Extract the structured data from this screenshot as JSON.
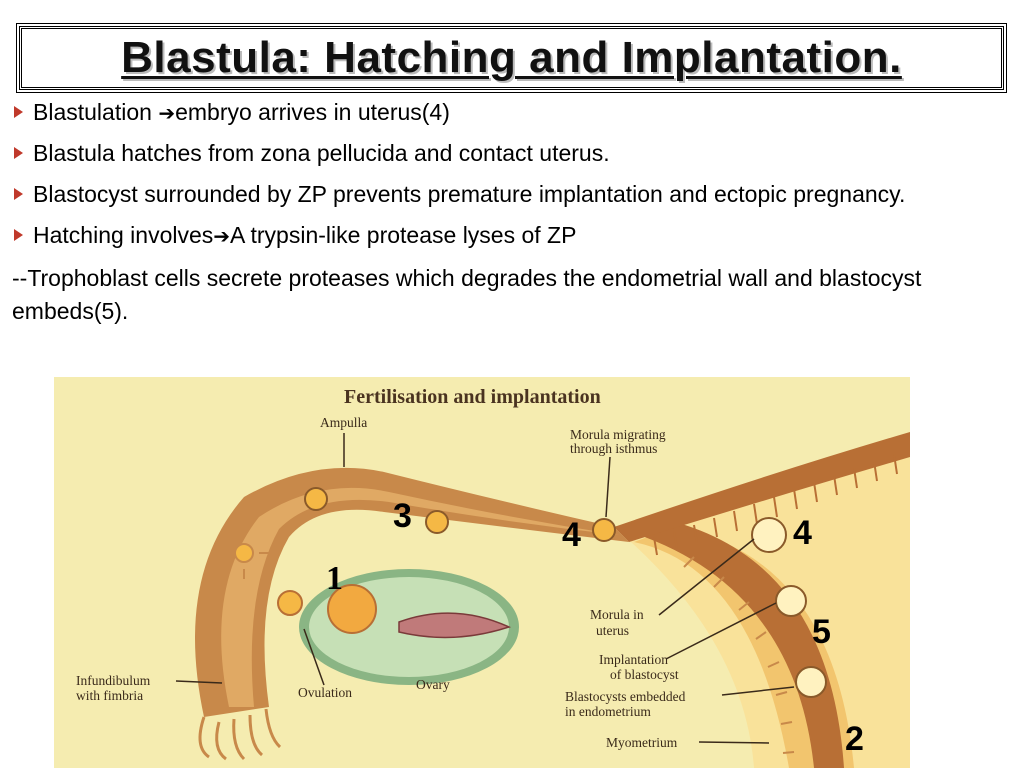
{
  "slide": {
    "title": "Blastula: Hatching and Implantation.",
    "bullets": [
      {
        "pre": "Blastulation ",
        "arrow": "➔",
        "post": "embryo arrives in uterus(4)"
      },
      {
        "pre": "Blastula hatches from zona pellucida and contact uterus.",
        "arrow": "",
        "post": ""
      },
      {
        "pre": "Blastocyst surrounded by ZP prevents premature implantation and ectopic pregnancy.",
        "arrow": "",
        "post": ""
      },
      {
        "pre": "Hatching involves",
        "arrow": "➔",
        "post": "A trypsin-like protease lyses of ZP"
      }
    ],
    "paragraph": "--Trophoblast cells secrete proteases which degrades the endometrial wall and blastocyst embeds(5)."
  },
  "figure": {
    "heading": "Fertilisation and implantation",
    "labels": {
      "ampulla": "Ampulla",
      "morula_migrating": "Morula migrating",
      "through_isthmus": "through isthmus",
      "morula_in": "Morula in",
      "uterus": "uterus",
      "implantation": "Implantation",
      "of_blastocyst": "of blastocyst",
      "blastocysts_embedded": "Blastocysts embedded",
      "in_endometrium": "in endometrium",
      "myometrium": "Myometrium",
      "infundibulum": "Infundibulum",
      "with_fimbria": "with fimbria",
      "ovulation": "Ovulation",
      "ovary": "Ovary"
    },
    "numbers": {
      "n1": "1",
      "n3": "3",
      "n4a": "4",
      "n4b": "4",
      "n5": "5",
      "n2": "2"
    },
    "colors": {
      "background": "#f5ecb0",
      "tube": "#c8894a",
      "tube_dark": "#a8683a",
      "endometrium": "#f2c56e",
      "ovary": "#b8d8b0"
    }
  }
}
